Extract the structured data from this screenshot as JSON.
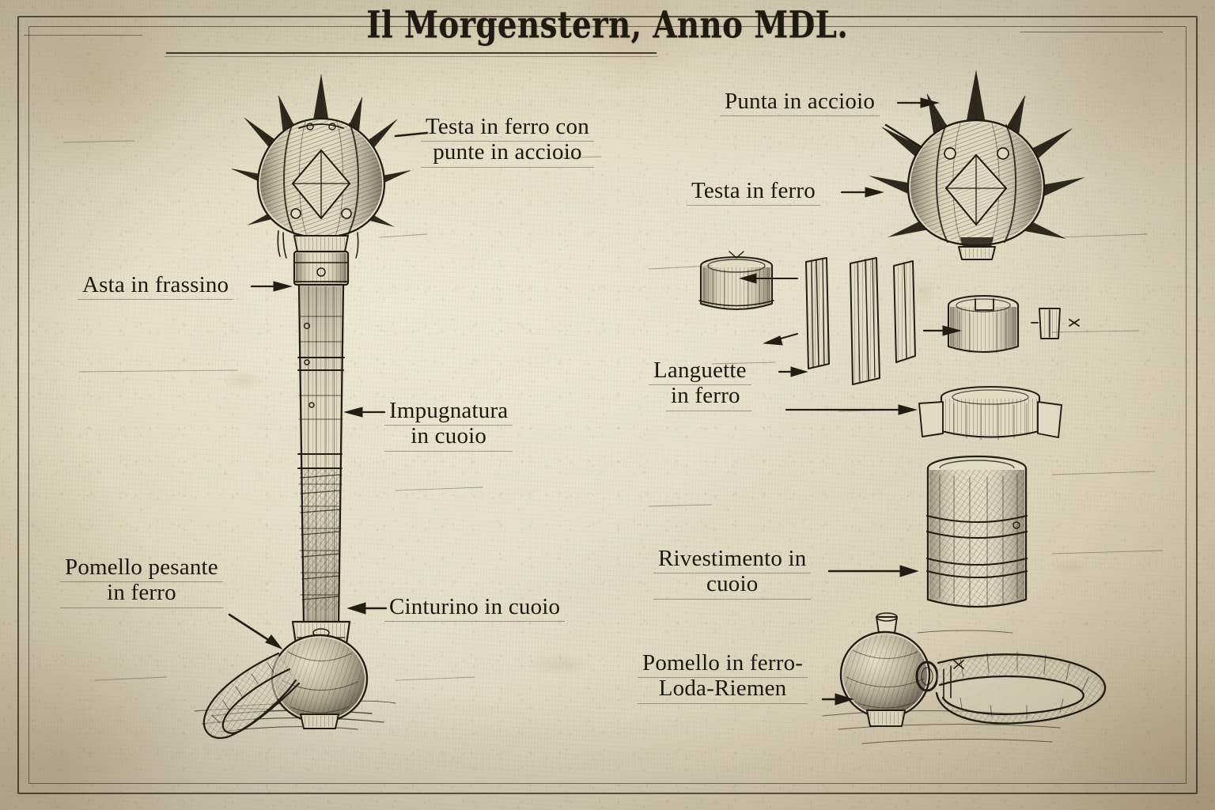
{
  "plate": {
    "title": "Il Morgenstern, Anno MDL.",
    "subject": "morning-star mace technical plate",
    "ink_color": "#241d14",
    "paper_color": "#e9e3d1",
    "border_color": "#3a3024"
  },
  "labels": {
    "head_steel_spikes": {
      "line1": "Testa in ferro con",
      "line2": "punte in accioio"
    },
    "ash_haft": {
      "line1": "Asta in frassino"
    },
    "leather_grip": {
      "line1": "Impugnatura",
      "line2": "in cuoio"
    },
    "heavy_iron_pommel": {
      "line1": "Pomello pesante",
      "line2": "in ferro"
    },
    "leather_strap": {
      "line1": "Cinturino in cuoio"
    },
    "steel_point": {
      "line1": "Punta in accioio"
    },
    "iron_head": {
      "line1": "Testa in ferro"
    },
    "iron_languette": {
      "line1": "Languette",
      "line2": "in ferro"
    },
    "leather_covering": {
      "line1": "Rivestimento in",
      "line2": "cuoio"
    },
    "iron_pommel_strap": {
      "line1": "Pomello in ferro-",
      "line2": "Loda-Riemen"
    }
  },
  "figures": {
    "main_assembly": "full morning-star: spiked head, ash haft, leather grip, spherical pommel with wrist loop",
    "detached_head": "iron head with steel spikes and central diamond boss",
    "ferrule_cap": "iron ferrule cap cylinder",
    "languette_strips": "three flat iron tang strips",
    "slotted_collar": "slotted iron collar and small tab",
    "flanged_crown": "flanged iron crown collar",
    "leather_sleeve": "banded leather grip sleeve",
    "pommel_and_loop": "iron pommel sphere with ring and leather wrist loop"
  }
}
